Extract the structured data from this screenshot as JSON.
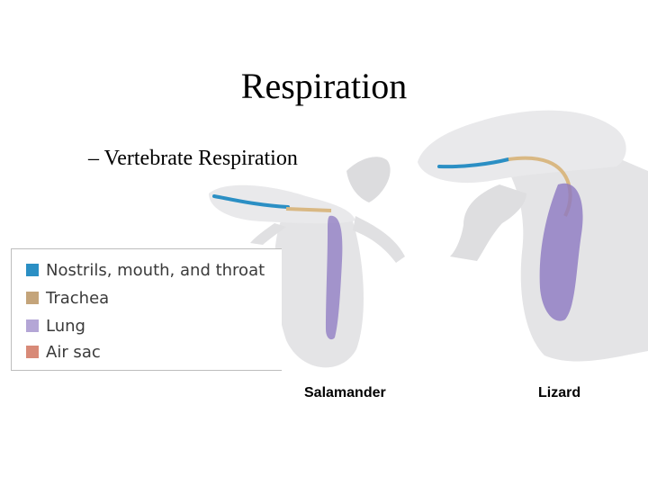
{
  "slide": {
    "title": "Respiration",
    "bullet": "– Vertebrate Respiration"
  },
  "legend": {
    "items": [
      {
        "label": "Nostrils, mouth, and throat",
        "color": "#2b8fc4"
      },
      {
        "label": "Trachea",
        "color": "#c4a47a"
      },
      {
        "label": "Lung",
        "color": "#b4a6d6"
      },
      {
        "label": "Air sac",
        "color": "#d88a78"
      }
    ]
  },
  "captions": {
    "salamander": "Salamander",
    "lizard": "Lizard"
  },
  "colors": {
    "body": "#e6e6e8",
    "body_shade": "#d4d4d6",
    "airway": "#2b8fc4",
    "trachea": "#d9b883",
    "lung": "#8c78c2",
    "lung_light": "#b4a6d6"
  }
}
